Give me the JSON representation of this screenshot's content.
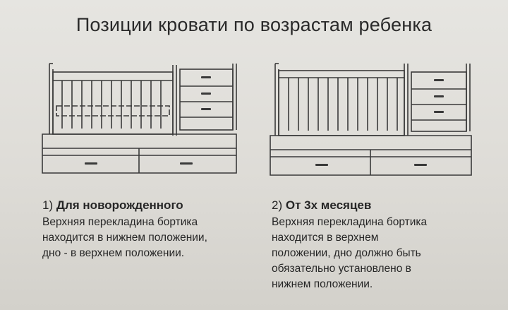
{
  "title": "Позиции кровати по возрастам ребенка",
  "positions": [
    {
      "number": "1)",
      "heading": "Для новорожденного",
      "lines": [
        "Верхняя перекладина бортика",
        "находится в нижнем положении,",
        "дно - в верхнем положении."
      ]
    },
    {
      "number": "2)",
      "heading": "От 3х месяцев",
      "lines": [
        "Верхняя перекладина бортика",
        "находится в верхнем",
        "положении, дно должно быть",
        "обязательно  установлено в",
        "нижнем положении."
      ]
    }
  ],
  "colors": {
    "line": "#3a3a3a",
    "paper": "#e2e0dc",
    "text": "#262626"
  },
  "icons": [
    "crib-position-1-illustration",
    "crib-position-2-illustration"
  ]
}
